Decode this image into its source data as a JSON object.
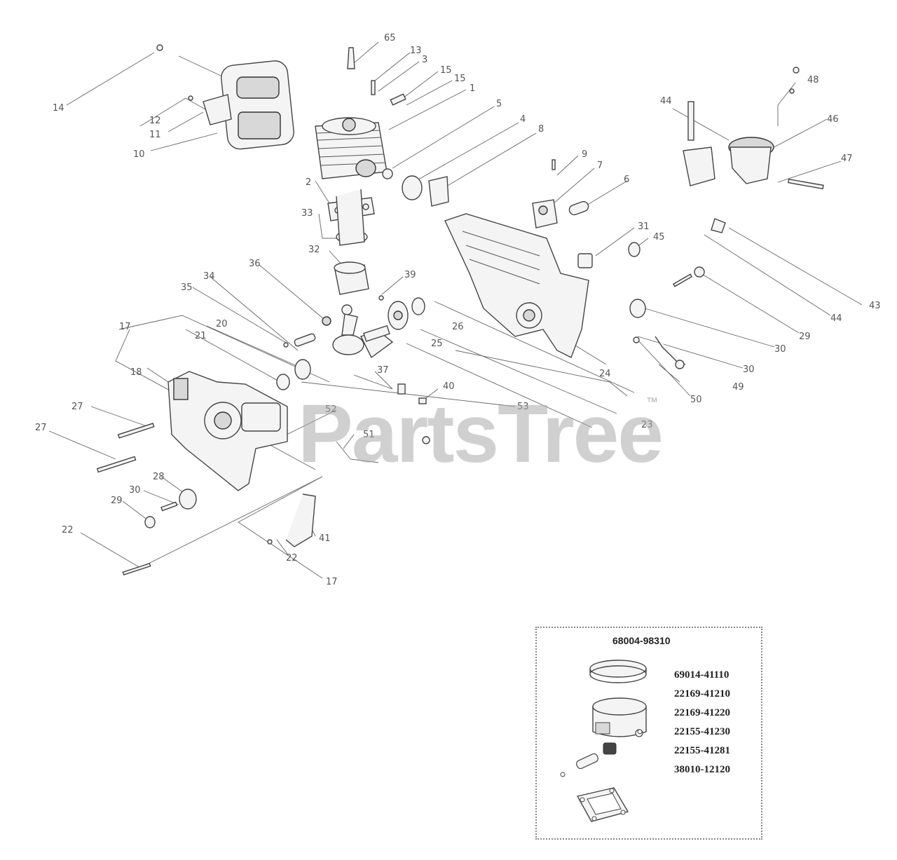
{
  "watermark": {
    "brand": "PartsTree",
    "trademark": "™"
  },
  "callouts": [
    "65",
    "13",
    "3",
    "15",
    "15",
    "1",
    "5",
    "4",
    "8",
    "14",
    "12",
    "11",
    "10",
    "2",
    "33",
    "32",
    "9",
    "7",
    "6",
    "44",
    "48",
    "46",
    "47",
    "31",
    "45",
    "43",
    "44",
    "29",
    "30",
    "36",
    "35",
    "34",
    "39",
    "26",
    "25",
    "24",
    "30",
    "17",
    "18",
    "21",
    "20",
    "27",
    "27",
    "28",
    "30",
    "29",
    "22",
    "37",
    "40",
    "53",
    "52",
    "51",
    "41",
    "22",
    "17",
    "50",
    "49",
    "23"
  ],
  "kit": {
    "number": "68004-98310",
    "items": [
      "69014-41110",
      "22169-41210",
      "22169-41220",
      "22155-41230",
      "22155-41281",
      "38010-12120"
    ]
  }
}
